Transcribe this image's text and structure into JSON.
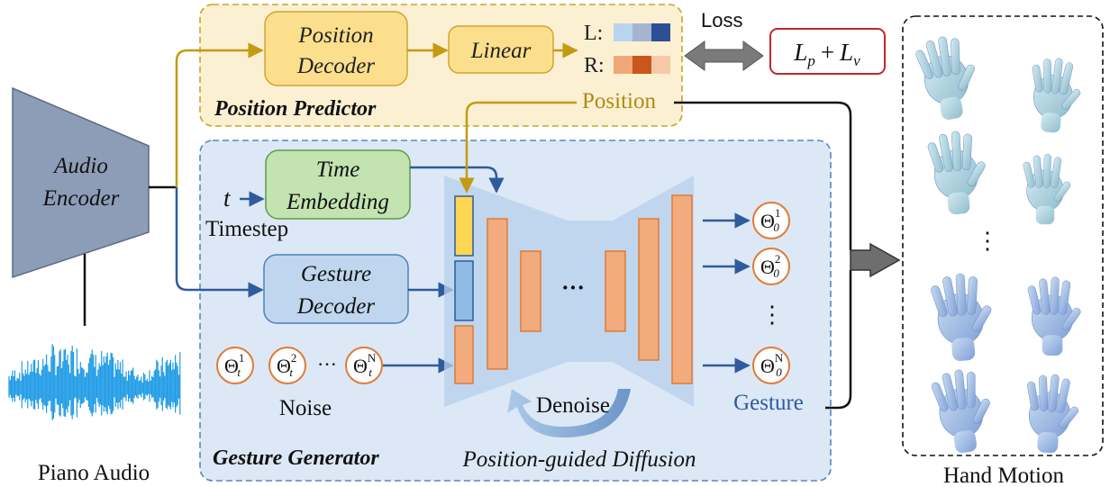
{
  "colors": {
    "position_panel_fill": "#fbf0d2",
    "position_panel_border": "#c9a52a",
    "gesture_panel_fill": "#dce8f5",
    "gesture_panel_border": "#5b86c0",
    "encoder_fill": "#8d9db7",
    "decoder_yellow": "#fbdf8d",
    "time_green": "#c3e3b0",
    "gesture_blue": "#bfd6ee",
    "unet_bar": "#f2ab7c",
    "unet_bar_border": "#e07b36",
    "waveform": "#1f9be6",
    "arrow_blue": "#2f5b9e",
    "arrow_gold": "#c49a12",
    "loss_border": "#c0282c"
  },
  "audio_encoder": {
    "line1": "Audio",
    "line2": "Encoder"
  },
  "piano_audio_label": "Piano Audio",
  "position_predictor": {
    "title": "Position Predictor",
    "decoder": {
      "line1": "Position",
      "line2": "Decoder"
    },
    "linear": "Linear",
    "left_label": "L:",
    "right_label": "R:",
    "output_label": "Position",
    "left_cells": [
      "#b8d4ee",
      "#a6b5cf",
      "#2d4f94"
    ],
    "right_cells": [
      "#f0a77a",
      "#c9561c",
      "#f6c8a8"
    ]
  },
  "loss": {
    "label": "Loss",
    "formula_parts": [
      "L",
      "p",
      "+",
      "L",
      "v"
    ]
  },
  "gesture_generator": {
    "title": "Gesture Generator",
    "time_embedding": {
      "line1": "Time",
      "line2": "Embedding"
    },
    "t_symbol": "t",
    "timestep_label": "Timestep",
    "gesture_decoder": {
      "line1": "Gesture",
      "line2": "Decoder"
    },
    "noise_label": "Noise",
    "noise_tokens": [
      {
        "base": "Θ",
        "sub": "t",
        "sup": "1"
      },
      {
        "base": "Θ",
        "sub": "t",
        "sup": "2"
      },
      {
        "base": "Θ",
        "sub": "t",
        "sup": "N"
      }
    ],
    "noise_ellipsis": "···",
    "unet_ellipsis": "···",
    "denoise_label": "Denoise",
    "diffusion_label": "Position-guided Diffusion",
    "outputs": [
      {
        "base": "Θ",
        "sub": "0",
        "sup": "1"
      },
      {
        "base": "Θ",
        "sub": "0",
        "sup": "2"
      },
      {
        "base": "Θ",
        "sub": "0",
        "sup": "N"
      }
    ],
    "output_ellipsis": "⋮",
    "gesture_label": "Gesture"
  },
  "hand_motion": {
    "label": "Hand Motion",
    "ellipsis": "⋮"
  }
}
